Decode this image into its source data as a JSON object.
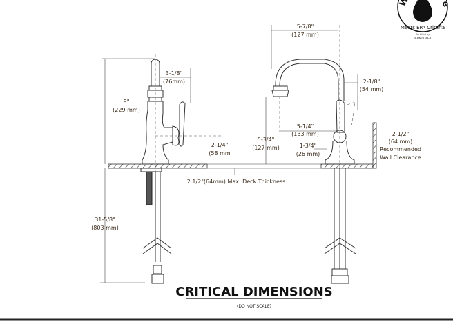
{
  "seal": {
    "text_top": "WaterSense",
    "text_arc": "Meets EPA Criteria",
    "certified_by": "Certified by",
    "certifier": "IAPMO R&T"
  },
  "left_view": {
    "height": {
      "in": "9\"",
      "mm": "(229 mm)"
    },
    "spout_reach": {
      "in": "3-1/8\"",
      "mm": "(76mm)"
    },
    "handle_height": {
      "in": "2-1/4\"",
      "mm": "(58 mm"
    },
    "below_deck": {
      "in": "31-5/8\"",
      "mm": "(803 mm)"
    },
    "deck_note": "2 1/2\"(64mm) Max. Deck Thickness"
  },
  "right_view": {
    "spout_reach": {
      "in": "5-7/8\"",
      "mm": "(127 mm)"
    },
    "handle_offset": {
      "in": "2-1/8\"",
      "mm": "(54 mm)"
    },
    "aerator_to_center": {
      "in": "5-1/4\"",
      "mm": "(133 mm)"
    },
    "aerator_height": {
      "in": "5-3/4\"",
      "mm": "(127 mm)"
    },
    "base_radius": {
      "in": "1-3/4\"",
      "mm": "(26 mm)"
    },
    "wall_clearance": {
      "in": "2-1/2\"",
      "mm": "(64 mm)",
      "line1": "Recommended",
      "line2": "Wall Clearance"
    }
  },
  "title": "CRITICAL DIMENSIONS",
  "subtitle": "(DO NOT SCALE)"
}
